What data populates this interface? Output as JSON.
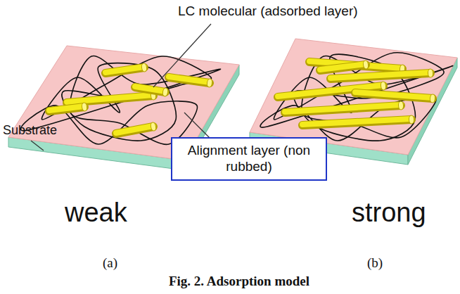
{
  "diagram": {
    "caption": "Fig. 2. Adsorption model",
    "nodes": [
      {
        "text": [
          "Alignment layer (non rubbed)"
        ]
      }
    ],
    "labels": [
      "LC molecular (adsorbed layer)",
      "Substrate",
      "weak",
      "strong",
      "(a)",
      "(b)"
    ]
  }
}
